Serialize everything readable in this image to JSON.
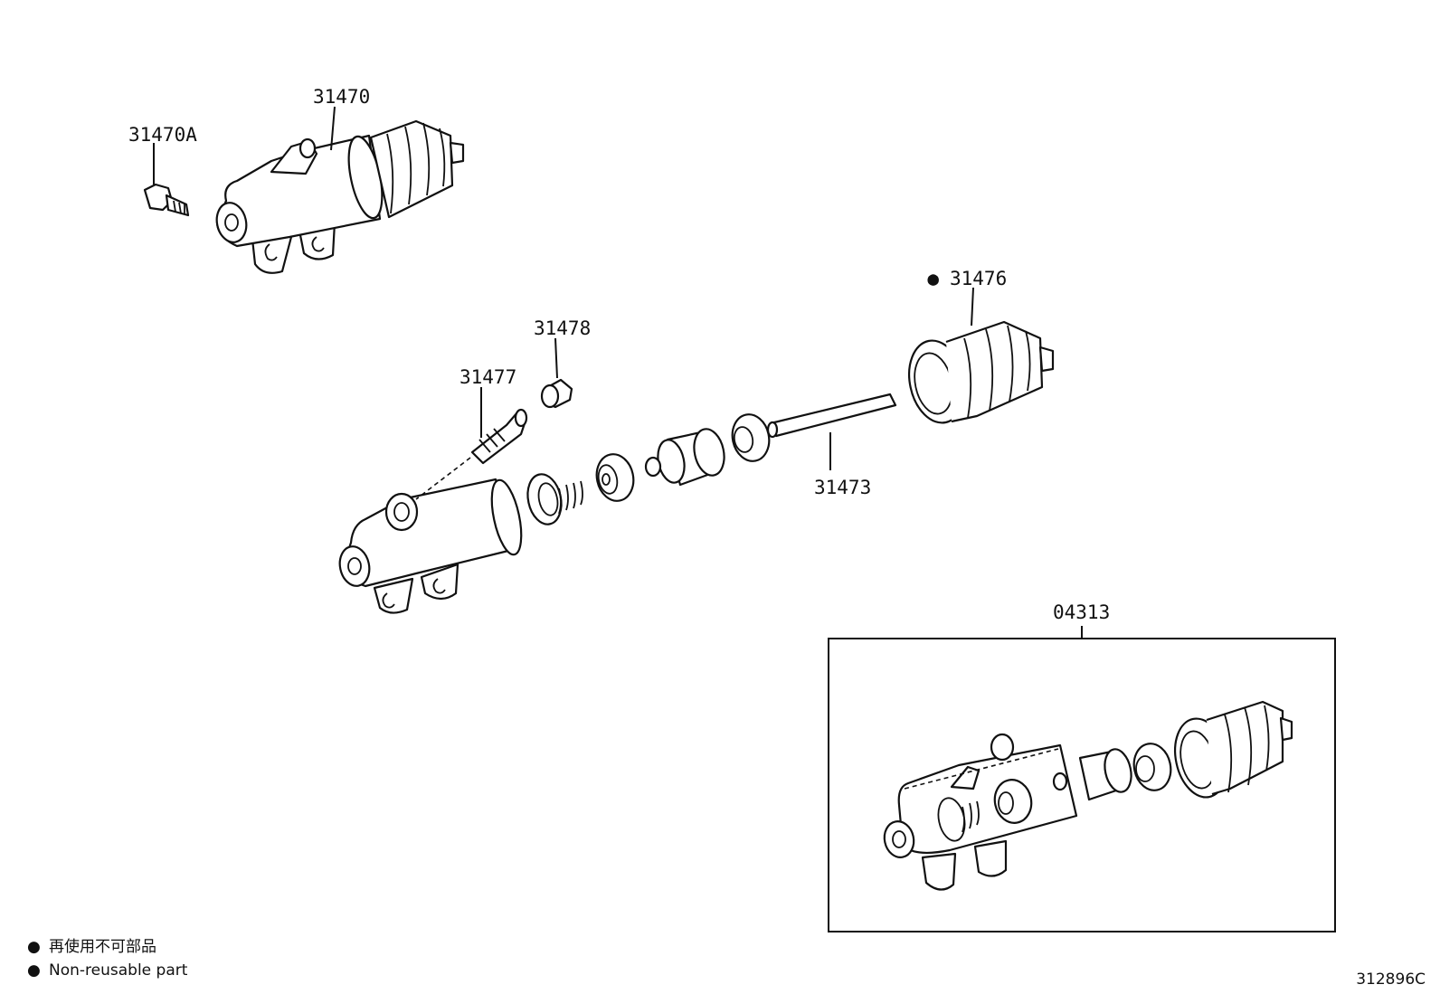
{
  "diagram": {
    "part_labels": {
      "p31470A": "31470A",
      "p31470": "31470",
      "p31476": "31476",
      "p31478": "31478",
      "p31477": "31477",
      "p31473": "31473",
      "p04313": "04313"
    },
    "non_reusable_marker": "●",
    "legend": {
      "line1": "再使用不可部品",
      "line2": "Non-reusable part"
    },
    "drawing_code": "312896C"
  }
}
